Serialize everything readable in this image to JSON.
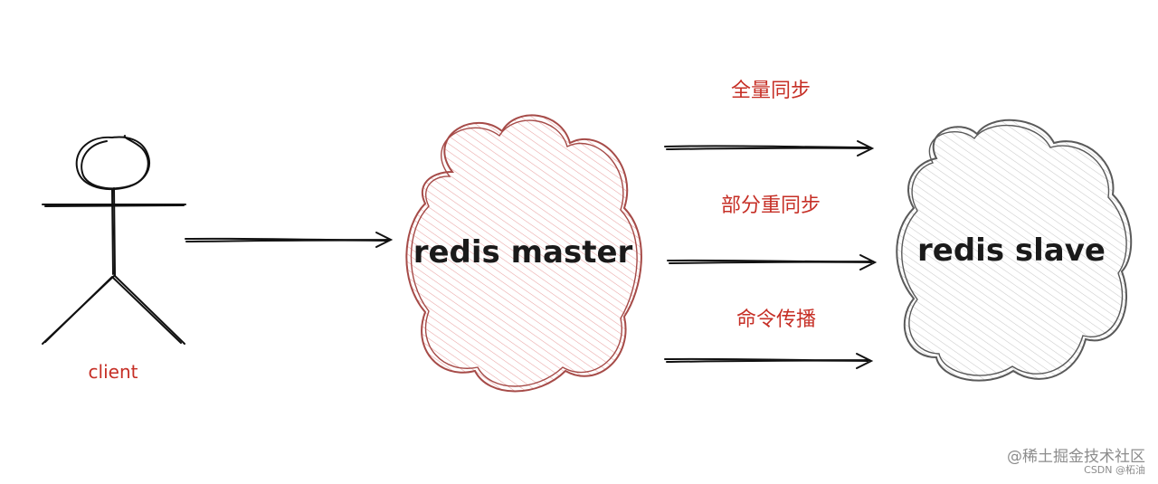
{
  "diagram": {
    "actor": {
      "label": "client"
    },
    "master": {
      "label": "redis master"
    },
    "slave": {
      "label": "redis slave"
    },
    "sync_arrows": [
      {
        "label": "全量同步"
      },
      {
        "label": "部分重同步"
      },
      {
        "label": "命令传播"
      }
    ]
  },
  "colors": {
    "label_red": "#c62f26",
    "master_stroke": "#a64b48",
    "master_hatch": "#e9a3a3",
    "slave_stroke": "#5a5a5a",
    "slave_hatch": "#c9c9c9",
    "ink": "#111111"
  },
  "watermark": {
    "main": "@稀土掘金技术社区",
    "sub": "CSDN @柘油"
  }
}
